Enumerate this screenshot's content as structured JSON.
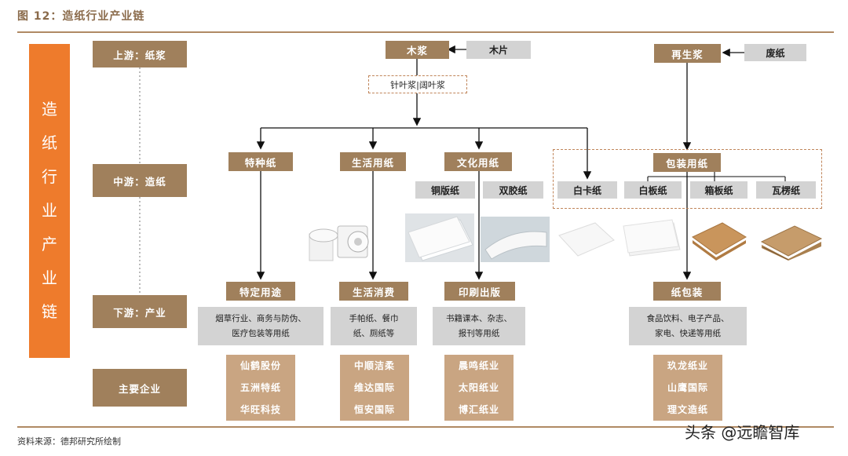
{
  "title": "图 12：造纸行业产业链",
  "side_label": [
    "造",
    "纸",
    "行",
    "业",
    "产",
    "业",
    "链"
  ],
  "stages": {
    "upstream": "上游：纸浆",
    "midstream": "中游：造纸",
    "downstream": "下游：产业",
    "companies": "主要企业"
  },
  "upstream": {
    "wood_pulp": "木浆",
    "wood_chips": "木片",
    "pulp_types": "针叶浆|阔叶浆",
    "recycled_pulp": "再生浆",
    "waste_paper": "废纸"
  },
  "paper_types": {
    "specialty": "特种纸",
    "household": "生活用纸",
    "cultural": "文化用纸",
    "coated": "铜版纸",
    "offset": "双胶纸",
    "ivory_board": "白卡纸",
    "packaging": "包装用纸",
    "duplex_board": "白板纸",
    "container_board": "箱板纸",
    "corrugated": "瓦楞纸"
  },
  "downstream": {
    "specialty_use": {
      "label": "特定用途",
      "desc_line1": "烟草行业、商务与防伪、",
      "desc_line2": "医疗包装等用纸"
    },
    "household_use": {
      "label": "生活消费",
      "desc_line1": "手帕纸、餐巾",
      "desc_line2": "纸、厕纸等"
    },
    "printing": {
      "label": "印刷出版",
      "desc_line1": "书籍课本、杂志、",
      "desc_line2": "报刊等用纸"
    },
    "packaging_use": {
      "label": "纸包装",
      "desc_line1": "食品饮料、电子产品、",
      "desc_line2": "家电、快递等用纸"
    }
  },
  "companies": {
    "specialty": [
      "仙鹤股份",
      "五洲特纸",
      "华旺科技"
    ],
    "household": [
      "中顺洁柔",
      "维达国际",
      "恒安国际"
    ],
    "cultural": [
      "晨鸣纸业",
      "太阳纸业",
      "博汇纸业"
    ],
    "packaging": [
      "玖龙纸业",
      "山鹰国际",
      "理文造纸"
    ]
  },
  "images": [
    "tissue-rolls-image",
    "white-paper-stack-image",
    "curled-paper-image",
    "white-board-image",
    "white-sheets-image",
    "kraft-board-image",
    "corrugated-stack-image"
  ],
  "footer": "资料来源：德邦研究所绘制",
  "watermark": "头条 @远瞻智库",
  "colors": {
    "accent": "#ee7b2c",
    "brown": "#a0805c",
    "light_brown": "#c9a582",
    "grey": "#d3d3d3"
  }
}
